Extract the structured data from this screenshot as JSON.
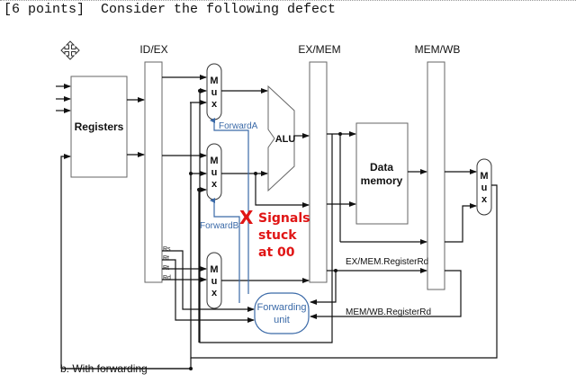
{
  "header": {
    "text": "[6 points]  Consider the following defect"
  },
  "diagram": {
    "move_handle_icon": "four-way-arrow-icon",
    "pipeline_registers": [
      "ID/EX",
      "EX/MEM",
      "MEM/WB"
    ],
    "blocks": {
      "registers": "Registers",
      "alu": "ALU",
      "data_memory_line1": "Data",
      "data_memory_line2": "memory",
      "forwarding_unit_line1": "Forwarding",
      "forwarding_unit_line2": "unit"
    },
    "mux_letters": [
      "M",
      "u",
      "x"
    ],
    "signals": {
      "forward_a": "ForwardA",
      "forward_b": "ForwardB",
      "rs": "Rs",
      "rt1": "Rt",
      "rt2": "Rt",
      "rd": "Rd",
      "ex_mem_rd": "EX/MEM.RegisterRd",
      "mem_wb_rd": "MEM/WB.RegisterRd"
    },
    "defect": {
      "marker": "X",
      "line1": "Signals",
      "line2": "stuck",
      "line3": "at 00",
      "color": "#e01515"
    },
    "colors": {
      "forwarding": "#3b6aa8",
      "wire": "#111111"
    }
  },
  "caption": "b. With forwarding"
}
